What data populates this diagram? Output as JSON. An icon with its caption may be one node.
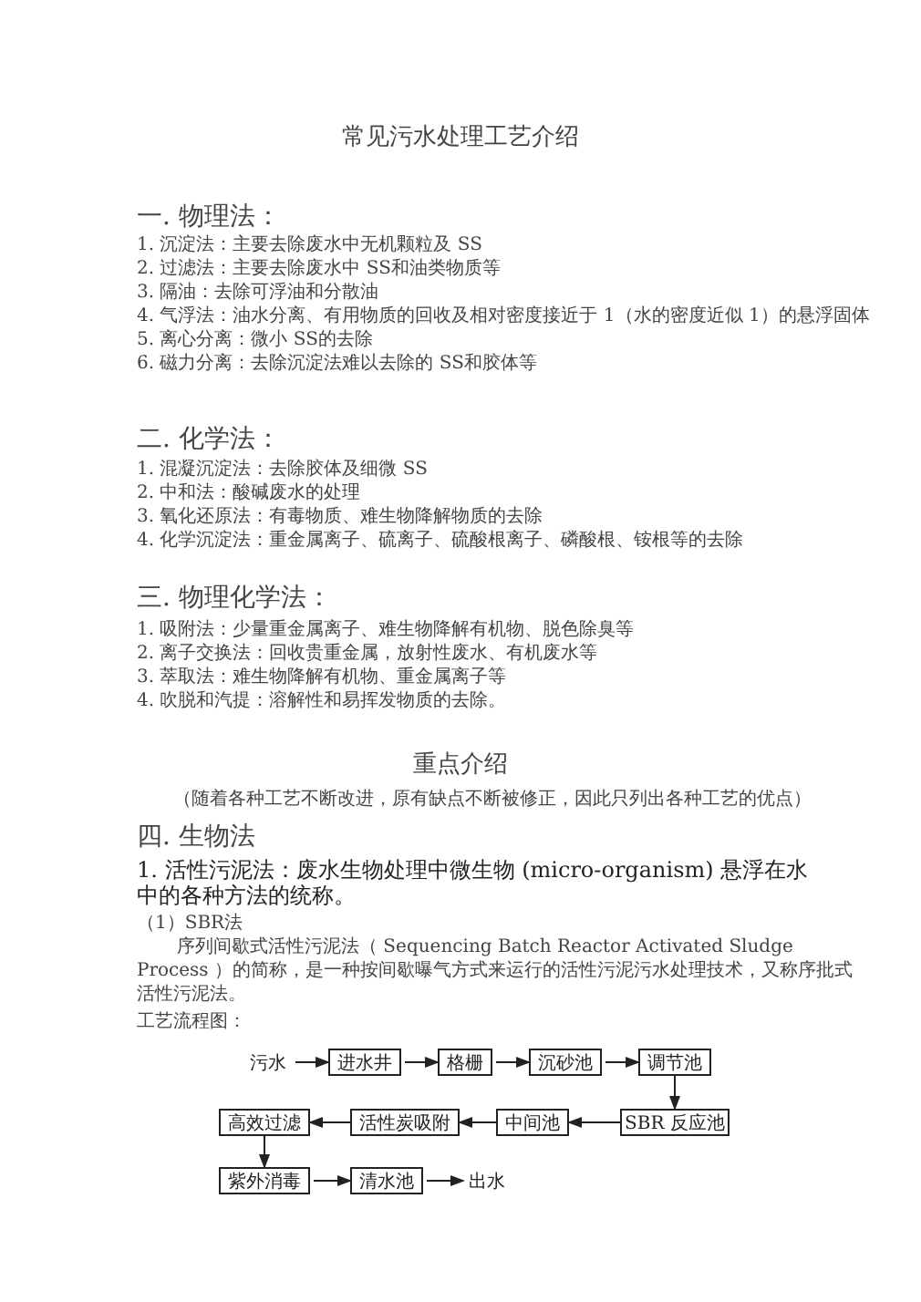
{
  "diagram": {
    "title": "常见污水处理工艺介绍",
    "nodes": [
      {
        "text": [
          "污水"
        ]
      },
      {
        "text": [
          "进水井"
        ]
      },
      {
        "text": [
          "格栅"
        ]
      },
      {
        "text": [
          "沉砂池"
        ]
      },
      {
        "text": [
          "调节池"
        ]
      },
      {
        "text": [
          "SBR 反应池"
        ]
      },
      {
        "text": [
          "中间池"
        ]
      },
      {
        "text": [
          "活性炭吸附"
        ]
      },
      {
        "text": [
          "高效过滤"
        ]
      },
      {
        "text": [
          "紫外消毒"
        ]
      },
      {
        "text": [
          "清水池"
        ]
      },
      {
        "text": [
          "出水"
        ]
      }
    ],
    "edges": [
      {
        "from": 0,
        "to": 1,
        "arrow": "to"
      },
      {
        "from": 1,
        "to": 2,
        "arrow": "to"
      },
      {
        "from": 2,
        "to": 3,
        "arrow": "to"
      },
      {
        "from": 3,
        "to": 4,
        "arrow": "to"
      },
      {
        "from": 4,
        "to": 5,
        "arrow": "to"
      },
      {
        "from": 5,
        "to": 6,
        "arrow": "to"
      },
      {
        "from": 6,
        "to": 7,
        "arrow": "to"
      },
      {
        "from": 7,
        "to": 8,
        "arrow": "to"
      },
      {
        "from": 8,
        "to": 9,
        "arrow": "to"
      },
      {
        "from": 9,
        "to": 10,
        "arrow": "to"
      },
      {
        "from": 10,
        "to": 11,
        "arrow": "to"
      }
    ],
    "labels": [
      "一. 物理法：",
      "1. 沉淀法：主要去除废水中无机颗粒及 SS",
      "2. 过滤法：主要去除废水中 SS和油类物质等",
      "3. 隔油：去除可浮油和分散油",
      "4. 气浮法：油水分离、有用物质的回收及相对密度接近于 1（水的密度近似 1）的悬浮固体",
      "5. 离心分离：微小 SS的去除",
      "6. 磁力分离：去除沉淀法难以去除的 SS和胶体等",
      "二. 化学法：",
      "1. 混凝沉淀法：去除胶体及细微 SS",
      "2. 中和法：酸碱废水的处理",
      "3. 氧化还原法：有毒物质、难生物降解物质的去除",
      "4. 化学沉淀法：重金属离子、硫离子、硫酸根离子、磷酸根、铵根等的去除",
      "三. 物理化学法：",
      "1. 吸附法：少量重金属离子、难生物降解有机物、脱色除臭等",
      "2. 离子交换法：回收贵重金属，放射性废水、有机废水等",
      "3. 萃取法：难生物降解有机物、重金属离子等",
      "4. 吹脱和汽提：溶解性和易挥发物质的去除。",
      "重点介绍",
      "（随着各种工艺不断改进，原有缺点不断被修正，因此只列出各种工艺的优点）",
      "四. 生物法",
      "1. 活性污泥法：废水生物处理中微生物 (micro-organism) 悬浮在水中的各种方法的统称。",
      "（1）SBR法",
      "序列间歇式活性污泥法（ Sequencing Batch Reactor Activated Sludge Process ）的简称，是一种按间歇曝气方式来运行的活性污泥污水处理技术，又称序批式活性污泥法。",
      "工艺流程图："
    ]
  }
}
